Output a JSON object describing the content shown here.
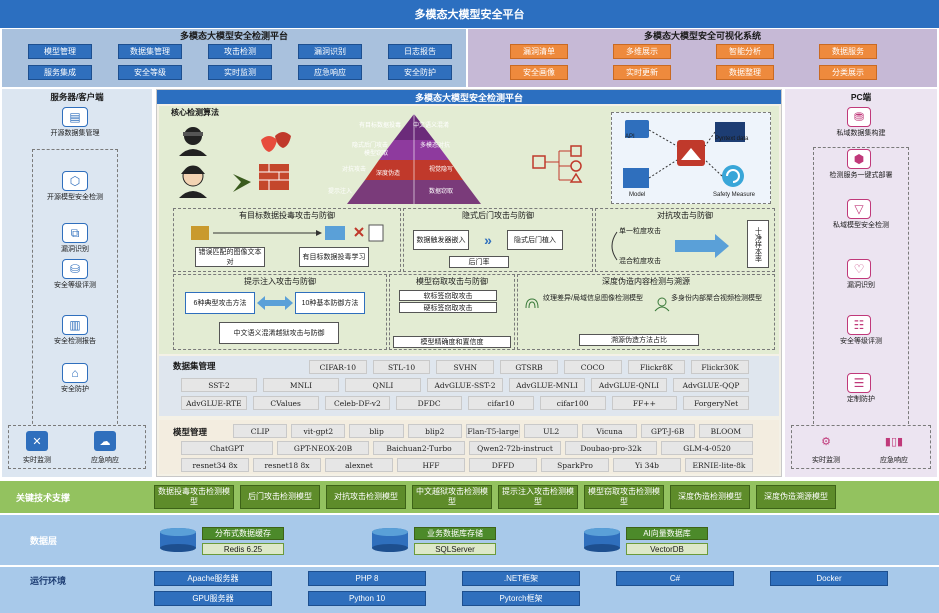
{
  "title": "多模态大模型安全平台",
  "left_top_panel": {
    "title": "多模态大模型安全检测平台",
    "buttons": [
      "模型管理",
      "数据集管理",
      "攻击检测",
      "漏洞识别",
      "日志报告",
      "服务集成",
      "安全等级",
      "实时监测",
      "应急响应",
      "安全防护"
    ]
  },
  "right_top_panel": {
    "title": "多模态大模型安全可视化系统",
    "buttons": [
      "漏洞清单",
      "多维展示",
      "智能分析",
      "数据服务",
      "安全画像",
      "实时更新",
      "数据整理",
      "分类展示"
    ]
  },
  "server": {
    "title": "服务器/客户端",
    "items": [
      "开源数据集管理",
      "开源模型安全检测",
      "漏洞识别",
      "安全等级评测",
      "安全检测报告",
      "安全防护"
    ],
    "bottom": [
      "实时监测",
      "应急响应"
    ]
  },
  "pc": {
    "title": "PC端",
    "items": [
      "私域数据集构建",
      "检测服务一键式部署",
      "私域模型安全检测",
      "漏洞识别",
      "安全等级评测",
      "定制防护"
    ],
    "bottom": [
      "实时监测",
      "应急响应"
    ]
  },
  "center": {
    "title": "多模态大模型安全检测平台",
    "core_title": "核心检测算法",
    "pyramid": [
      "有目标数据投毒",
      "隐式后门攻击",
      "对抗攻击",
      "提示注入",
      "模型窃取",
      "深度伪造"
    ],
    "pyramid_right": [
      "中文语义混淆",
      "多模态对抗",
      "视觉隐写",
      "数据窃取"
    ],
    "api_labels": [
      "API",
      "Pyntext data",
      "Model",
      "Safety Measure"
    ],
    "sections": {
      "poison": {
        "title": "有目标数据投毒攻击与防御",
        "a": "错误匹配的图像文本对",
        "b": "有目标数据投毒学习"
      },
      "backdoor": {
        "title": "隐式后门攻击与防御",
        "a": "数据触发器嵌入",
        "b": "隐式后门植入",
        "c": "后门率"
      },
      "adversarial": {
        "title": "对抗攻击与防御",
        "a": "单一粒度攻击",
        "b": "混合粒度攻击",
        "c": "十净样本率"
      },
      "prompt": {
        "title": "提示注入攻击与防御",
        "a": "6种典型攻击方法",
        "b": "10种基本防御方法",
        "c": "中文语义混淆越狱攻击与防御"
      },
      "steal": {
        "title": "模型窃取攻击与防御",
        "a": "软标签窃取攻击",
        "b": "硬标签窃取攻击",
        "c": "模型精确度和置信度"
      },
      "deepfake": {
        "title": "深度伪造内容检测与溯源",
        "a": "纹理差异/局域信息图像检测模型",
        "b": "多身份内部聚合视频检测模型",
        "c": "溯源伪造方法占比"
      }
    },
    "dataset_title": "数据集管理",
    "datasets": [
      [
        "CIFAR-10",
        "STL-10",
        "SVHN",
        "GTSRB",
        "COCO",
        "Flickr8K",
        "Flickr30K"
      ],
      [
        "SST-2",
        "MNLI",
        "QNLI",
        "AdvGLUE-SST-2",
        "AdvGLUE-MNLI",
        "AdvGLUE-QNLI",
        "AdvGLUE-QQP"
      ],
      [
        "AdvGLUE-RTE",
        "CValues",
        "Celeb-DF-v2",
        "DFDC",
        "cifar10",
        "cifar100",
        "FF++",
        "ForgeryNet"
      ]
    ],
    "model_title": "模型管理",
    "models": [
      [
        "CLIP",
        "vit-gpt2",
        "blip",
        "blip2",
        "Flan-T5-large",
        "UL2",
        "Vicuna",
        "GPT-J-6B",
        "BLOOM"
      ],
      [
        "ChatGPT",
        "GPT-NEOX-20B",
        "Baichuan2-Turbo",
        "Qwen2-72b-instruct",
        "Doubao-pro-32k",
        "GLM-4-0520"
      ],
      [
        "resnet34 8x",
        "resnet18 8x",
        "alexnet",
        "HFF",
        "DFFD",
        "SparkPro",
        "Yi 34b",
        "ERNIE-lite-8k"
      ]
    ]
  },
  "key_tech": {
    "title": "关键技术支撑",
    "items": [
      "数据投毒攻击检测模型",
      "后门攻击检测模型",
      "对抗攻击检测模型",
      "中文越狱攻击检测模型",
      "提示注入攻击检测模型",
      "模型窃取攻击检测模型",
      "深度伪造检测模型",
      "深度伪造溯源模型"
    ]
  },
  "data_layer": {
    "title": "数据层",
    "items": [
      {
        "name": "分布式数据缓存",
        "tech": "Redis 6.25"
      },
      {
        "name": "业务数据库存储",
        "tech": "SQLServer"
      },
      {
        "name": "AI向量数据库",
        "tech": "VectorDB"
      }
    ]
  },
  "runtime": {
    "title": "运行环境",
    "row1": [
      "Apache服务器",
      "PHP 8",
      ".NET框架",
      "C#",
      "Docker"
    ],
    "row2": [
      "GPU服务器",
      "Python 10",
      "Pytorch框架"
    ]
  },
  "colors": {
    "banner": "#2c6fc0",
    "left_panel": "#a9c1dd",
    "right_panel": "#c6b9d6",
    "orange": "#ee8a3d",
    "green": "#5e8c2a",
    "key_row": "#93c25f"
  }
}
